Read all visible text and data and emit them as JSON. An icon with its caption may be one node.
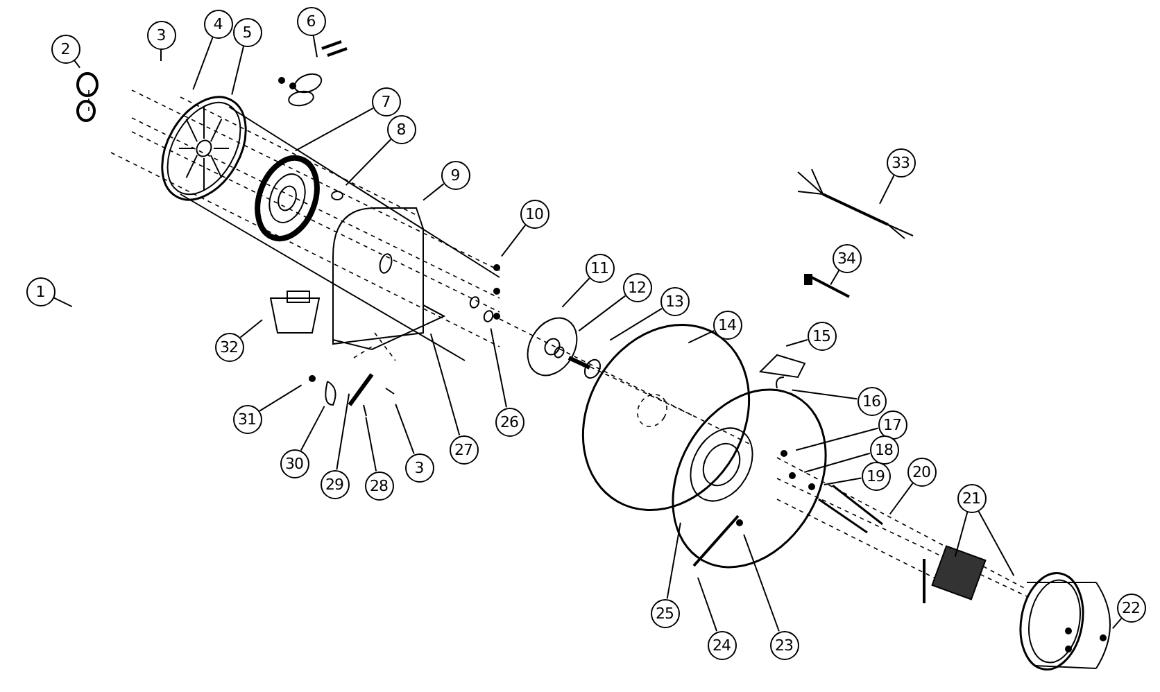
{
  "diagram": {
    "nodes": [
      {
        "text": [
          "1"
        ]
      },
      {
        "text": [
          "2"
        ]
      },
      {
        "text": [
          "3"
        ]
      },
      {
        "text": [
          "4"
        ]
      },
      {
        "text": [
          "5"
        ]
      },
      {
        "text": [
          "6"
        ]
      },
      {
        "text": [
          "7"
        ]
      },
      {
        "text": [
          "8"
        ]
      },
      {
        "text": [
          "9"
        ]
      },
      {
        "text": [
          "10"
        ]
      },
      {
        "text": [
          "11"
        ]
      },
      {
        "text": [
          "12"
        ]
      },
      {
        "text": [
          "13"
        ]
      },
      {
        "text": [
          "14"
        ]
      },
      {
        "text": [
          "15"
        ]
      },
      {
        "text": [
          "16"
        ]
      },
      {
        "text": [
          "17"
        ]
      },
      {
        "text": [
          "18"
        ]
      },
      {
        "text": [
          "19"
        ]
      },
      {
        "text": [
          "20"
        ]
      },
      {
        "text": [
          "21"
        ]
      },
      {
        "text": [
          "22"
        ]
      },
      {
        "text": [
          "23"
        ]
      },
      {
        "text": [
          "24"
        ]
      },
      {
        "text": [
          "25"
        ]
      },
      {
        "text": [
          "26"
        ]
      },
      {
        "text": [
          "27"
        ]
      },
      {
        "text": [
          "28"
        ]
      },
      {
        "text": [
          "3"
        ]
      },
      {
        "text": [
          "29"
        ]
      },
      {
        "text": [
          "30"
        ]
      },
      {
        "text": [
          "31"
        ]
      },
      {
        "text": [
          "32"
        ]
      },
      {
        "text": [
          "33"
        ]
      },
      {
        "text": [
          "34"
        ]
      }
    ],
    "edges": [
      {
        "from": 0,
        "to": null,
        "arrow": "none"
      },
      {
        "from": 1,
        "to": null,
        "arrow": "none"
      },
      {
        "from": 2,
        "to": null,
        "arrow": "none"
      },
      {
        "from": 3,
        "to": null,
        "arrow": "none"
      },
      {
        "from": 4,
        "to": null,
        "arrow": "none"
      },
      {
        "from": 5,
        "to": null,
        "arrow": "none"
      },
      {
        "from": 6,
        "to": null,
        "arrow": "none"
      },
      {
        "from": 7,
        "to": null,
        "arrow": "none"
      },
      {
        "from": 8,
        "to": null,
        "arrow": "none"
      },
      {
        "from": 9,
        "to": null,
        "arrow": "none"
      },
      {
        "from": 10,
        "to": null,
        "arrow": "none"
      },
      {
        "from": 11,
        "to": null,
        "arrow": "none"
      },
      {
        "from": 12,
        "to": null,
        "arrow": "none"
      },
      {
        "from": 13,
        "to": null,
        "arrow": "none"
      },
      {
        "from": 14,
        "to": null,
        "arrow": "none"
      },
      {
        "from": 15,
        "to": null,
        "arrow": "none"
      },
      {
        "from": 16,
        "to": null,
        "arrow": "none"
      },
      {
        "from": 17,
        "to": null,
        "arrow": "none"
      },
      {
        "from": 18,
        "to": null,
        "arrow": "none"
      },
      {
        "from": 19,
        "to": null,
        "arrow": "none"
      },
      {
        "from": 20,
        "to": null,
        "arrow": "none"
      },
      {
        "from": 20,
        "to": null,
        "arrow": "none"
      },
      {
        "from": 21,
        "to": null,
        "arrow": "none"
      },
      {
        "from": 22,
        "to": null,
        "arrow": "none"
      },
      {
        "from": 23,
        "to": null,
        "arrow": "none"
      },
      {
        "from": 24,
        "to": null,
        "arrow": "none"
      },
      {
        "from": 25,
        "to": null,
        "arrow": "none"
      },
      {
        "from": 26,
        "to": null,
        "arrow": "none"
      },
      {
        "from": 27,
        "to": null,
        "arrow": "none"
      },
      {
        "from": 28,
        "to": null,
        "arrow": "none"
      },
      {
        "from": 29,
        "to": null,
        "arrow": "none"
      },
      {
        "from": 30,
        "to": null,
        "arrow": "none"
      },
      {
        "from": 31,
        "to": null,
        "arrow": "none"
      },
      {
        "from": 32,
        "to": null,
        "arrow": "none"
      },
      {
        "from": 33,
        "to": null,
        "arrow": "none"
      },
      {
        "from": 34,
        "to": null,
        "arrow": "none"
      }
    ]
  }
}
